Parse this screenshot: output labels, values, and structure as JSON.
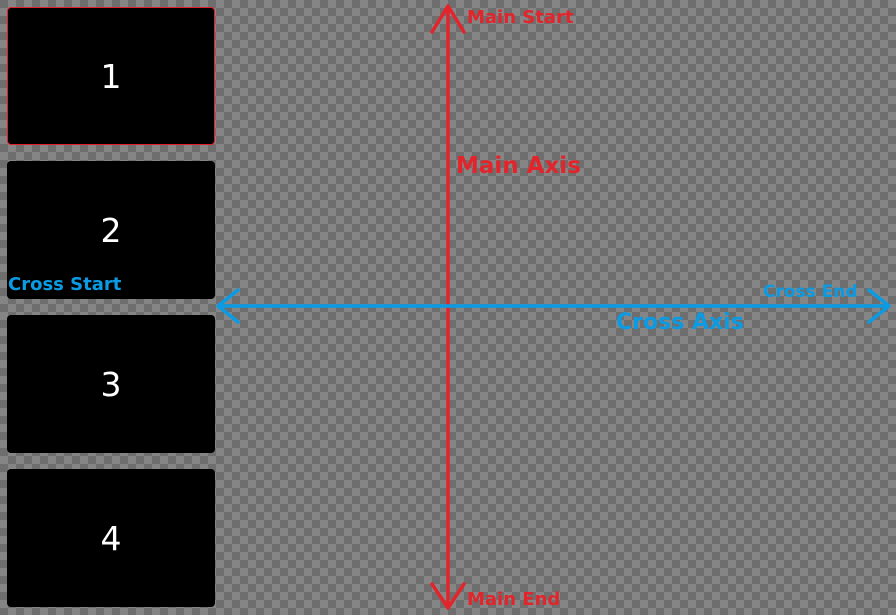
{
  "boxes": [
    {
      "label": "1",
      "selected": true
    },
    {
      "label": "2",
      "selected": false
    },
    {
      "label": "3",
      "selected": false
    },
    {
      "label": "4",
      "selected": false
    }
  ],
  "main_axis": {
    "title": "Main Axis",
    "start_label": "Main Start",
    "end_label": "Main End",
    "color": "#e3242b",
    "direction": "vertical"
  },
  "cross_axis": {
    "title": "Cross Axis",
    "start_label": "Cross Start",
    "end_label": "Cross End",
    "color": "#0a9be4",
    "direction": "horizontal"
  },
  "colors": {
    "box_fill": "#000000",
    "box_text": "#ffffff",
    "selected_border": "#e0202a",
    "checker_dark": "#6e6e6e",
    "checker_light": "#858585"
  }
}
